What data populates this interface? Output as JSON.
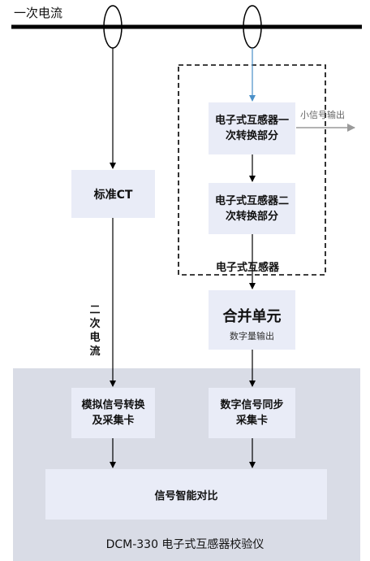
{
  "title_top": "一次电流",
  "boxes": {
    "standard_ct": "标准CT",
    "primary_conv": "电子式互感器一次转换部分",
    "secondary_conv": "电子式互感器二次转换部分",
    "merge_unit": "合并单元",
    "analog_card": "模拟信号转换及采集卡",
    "digital_card": "数字信号同步采集卡",
    "compare": "信号智能对比"
  },
  "labels": {
    "small_signal_out": "小信号输出",
    "ect_region": "电子式互感器",
    "digital_out": "数字量输出",
    "secondary_current": "二次电流",
    "device_name": "DCM-330 电子式互感器校验仪"
  },
  "colors": {
    "panel": "#d9dce6",
    "box": "#e9ecf7",
    "line": "#000000",
    "blue_arrow": "#4a90c8",
    "gray_arrow": "#9a9a9a"
  }
}
